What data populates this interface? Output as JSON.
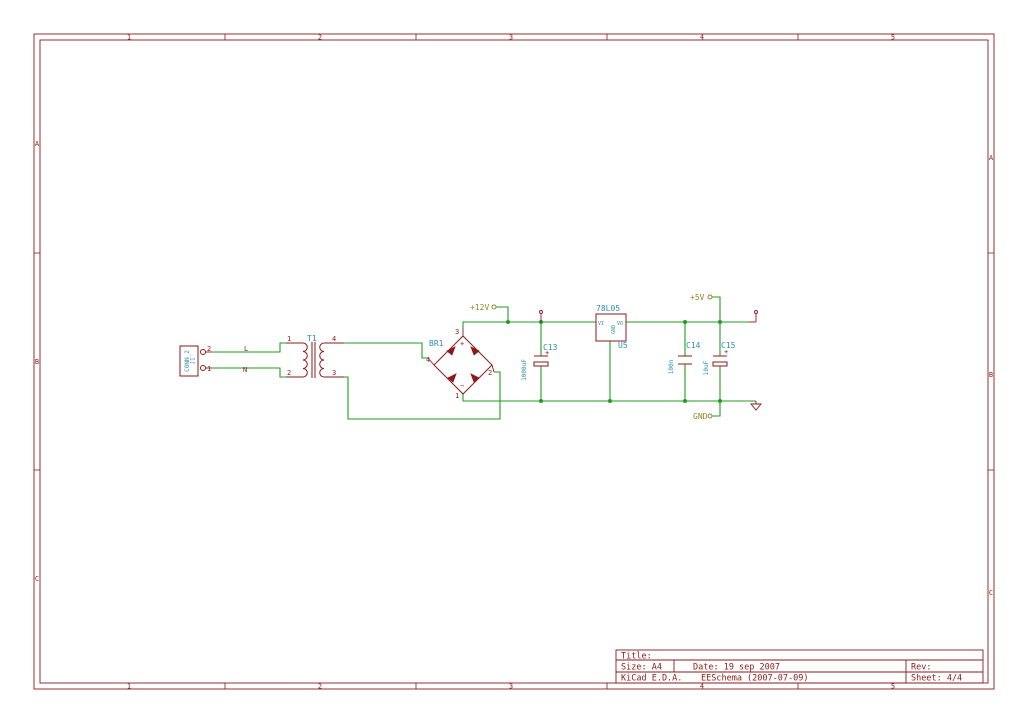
{
  "frame": {
    "top_columns": [
      "1",
      "2",
      "3",
      "4",
      "5"
    ],
    "bottom_columns": [
      "1",
      "2",
      "3",
      "4",
      "5"
    ],
    "left_rows": [
      "A",
      "B",
      "C"
    ],
    "right_rows": [
      "A",
      "B",
      "C"
    ]
  },
  "title_block": {
    "title": "Title:",
    "size": "Size: A4",
    "date": "Date: 19 sep 2007",
    "rev": "Rev:",
    "tool": "KiCad E.D.A.",
    "version": "EESchema (2007-07-09)",
    "sheet": "Sheet: 4/4"
  },
  "components": {
    "connector": {
      "ref": "J1",
      "value": "CONN_2",
      "pins": [
        "2",
        "1"
      ]
    },
    "line_labels": {
      "live": "L",
      "neutral": "N"
    },
    "transformer": {
      "ref": "T1",
      "pins": [
        "1",
        "2",
        "4",
        "3"
      ]
    },
    "bridge": {
      "ref": "BR1",
      "pins": [
        "3",
        "4",
        "2",
        "1"
      ],
      "polarity": [
        "+",
        "−"
      ]
    },
    "c13": {
      "ref": "C13",
      "value": "1000uF",
      "polarity": "+"
    },
    "regulator": {
      "ref": "U5",
      "value": "78L05",
      "pin_vi": "VI",
      "pin_vo": "VO",
      "pin_gnd": "GND"
    },
    "c14": {
      "ref": "C14",
      "value": "100n"
    },
    "c15": {
      "ref": "C15",
      "value": "10uF",
      "polarity": "+"
    }
  },
  "power": {
    "v12": "+12V",
    "v5": "+5V",
    "gnd": "GND"
  },
  "colors": {
    "frame": "#8b1a1a",
    "wire": "#1f9d1f",
    "reference": "#2f8fa8",
    "power": "#8a8a2a"
  }
}
